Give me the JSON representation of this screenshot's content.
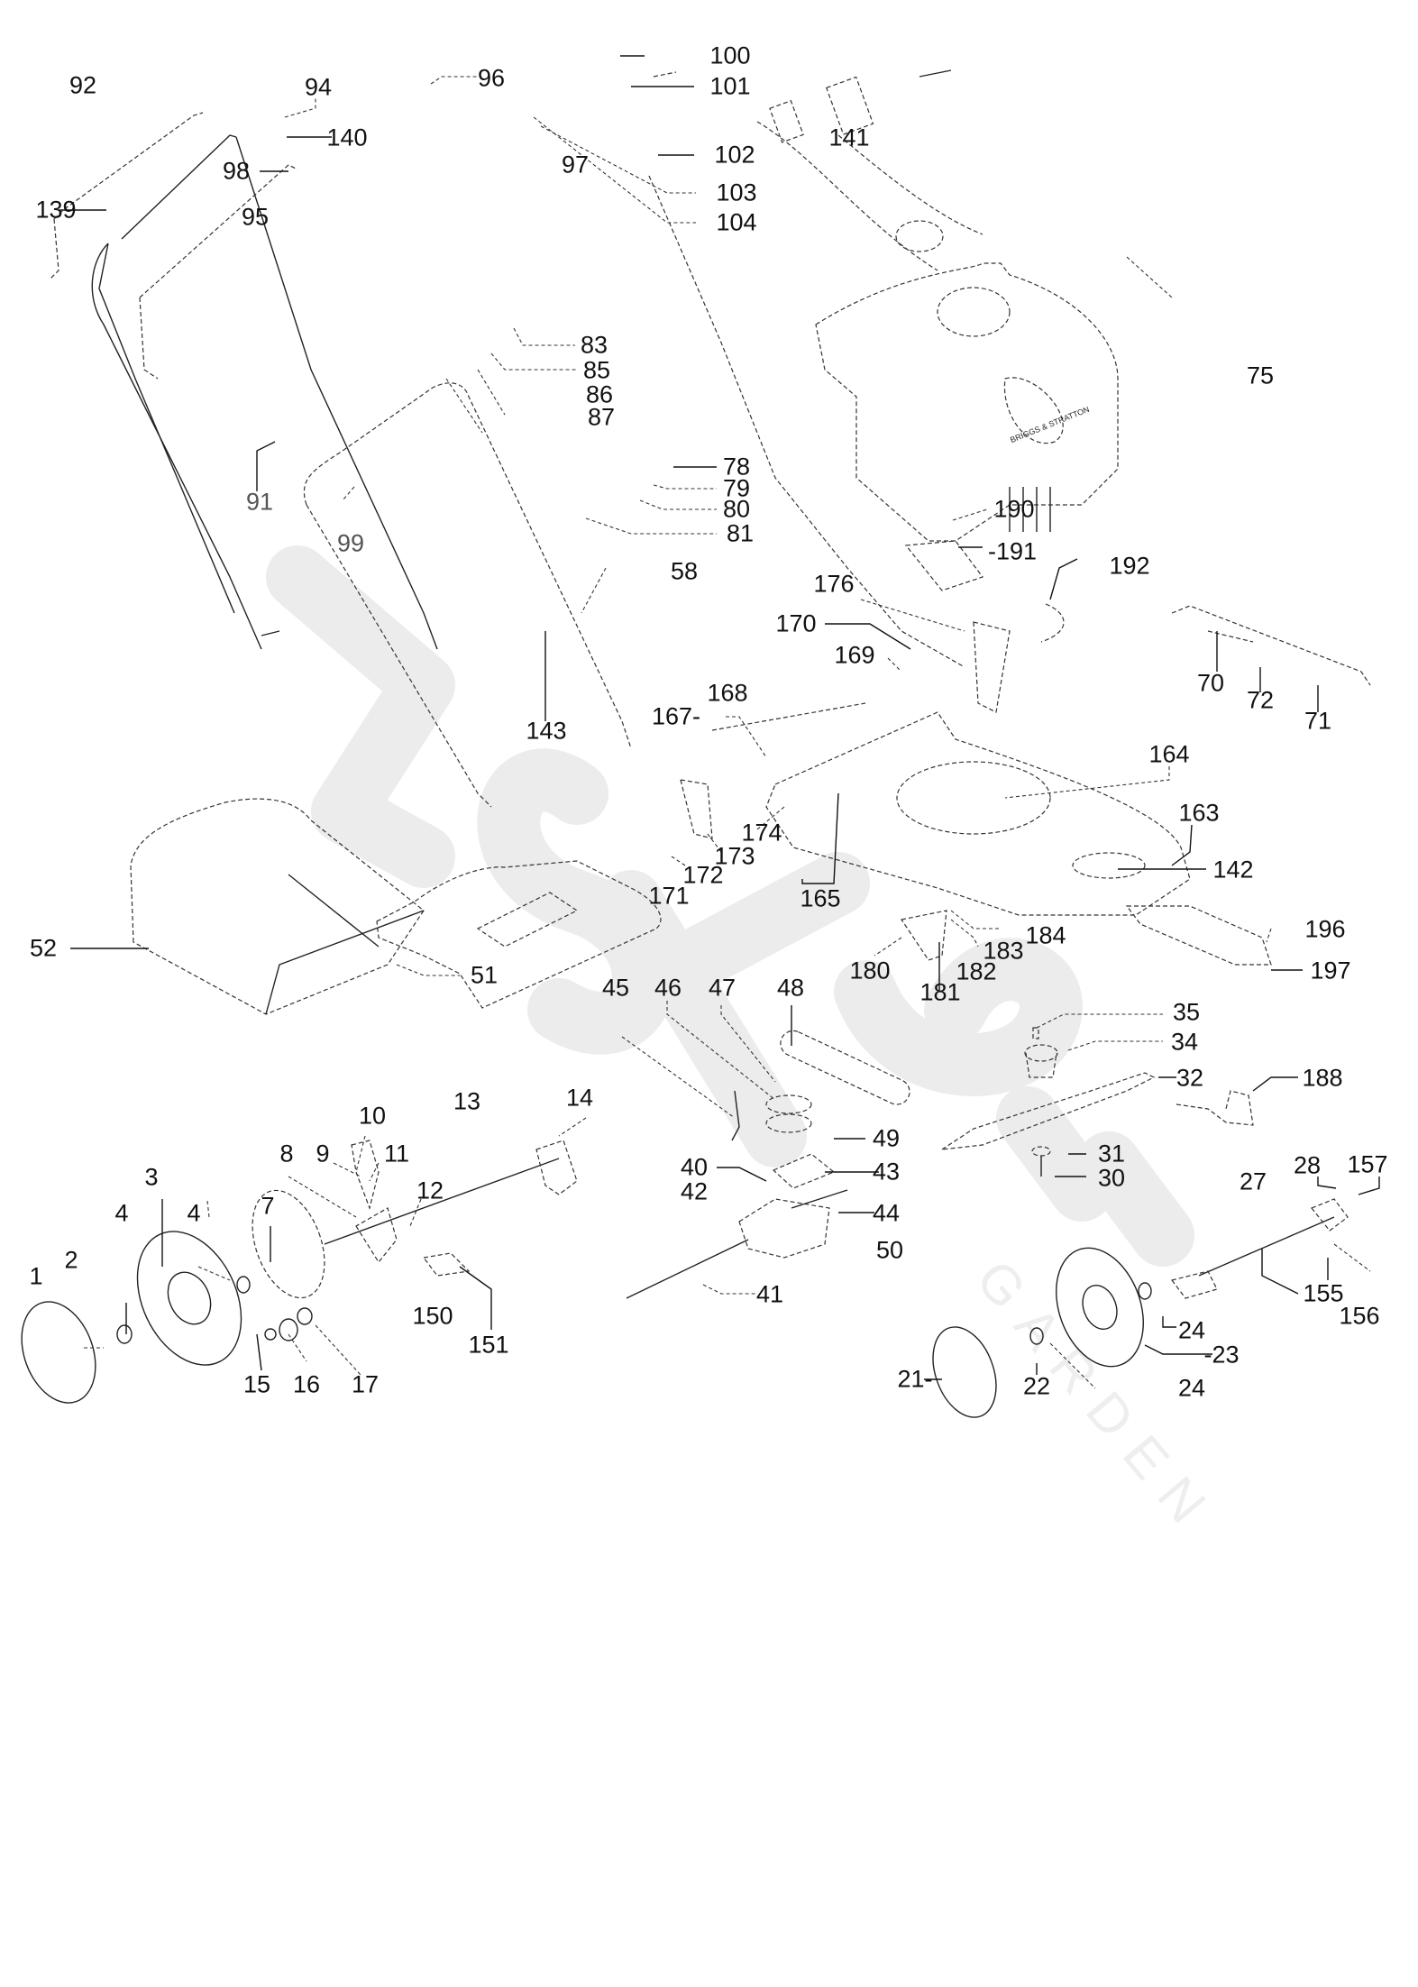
{
  "diagram": {
    "title": "Lawn mower exploded parts diagram",
    "watermark": {
      "brand": "Stellly",
      "subtext": "GARDEN"
    },
    "engine_badge": "BRIGGS & STRATTON",
    "groups": {
      "handle": [
        "92",
        "94",
        "140",
        "98",
        "139",
        "95",
        "96",
        "97",
        "100",
        "101",
        "102",
        "103",
        "104",
        "83",
        "85",
        "86",
        "87",
        "91",
        "99",
        "78",
        "79",
        "80",
        "81"
      ],
      "engine": [
        "141",
        "75"
      ],
      "deflector": [
        "58",
        "143"
      ],
      "deck": [
        "190",
        "191",
        "192",
        "176",
        "170",
        "169",
        "70",
        "72",
        "71",
        "168",
        "167",
        "164",
        "163",
        "142",
        "174",
        "173",
        "172",
        "171",
        "165",
        "180",
        "181",
        "182",
        "183",
        "184",
        "196",
        "197"
      ],
      "grass_bag": [
        "52",
        "51"
      ],
      "front_axle": [
        "1",
        "2",
        "3",
        "4",
        "4b",
        "7",
        "8",
        "9",
        "10",
        "11",
        "12",
        "13",
        "14",
        "15",
        "16",
        "17",
        "150",
        "151"
      ],
      "transmission": [
        "45",
        "46",
        "47",
        "48",
        "49",
        "40",
        "42",
        "43",
        "44",
        "50",
        "41"
      ],
      "blade": [
        "35",
        "34",
        "32",
        "188",
        "31",
        "30"
      ],
      "rear_axle": [
        "27",
        "28",
        "157",
        "155",
        "156",
        "24",
        "23",
        "22",
        "21",
        "24b"
      ]
    },
    "labels": {
      "92": "92",
      "94": "94",
      "140": "140",
      "98": "98",
      "139": "139",
      "95": "95",
      "96": "96",
      "97": "97",
      "100": "100",
      "101": "101",
      "102": "102",
      "103": "103",
      "104": "104",
      "141": "141",
      "75": "75",
      "83": "83",
      "85": "85",
      "86": "86",
      "87": "87",
      "91": "91",
      "99": "99",
      "78": "78",
      "79": "79",
      "80": "80",
      "81": "81",
      "58": "58",
      "143": "143",
      "190": "190",
      "191": "-191",
      "192": "192",
      "176": "176",
      "170": "170",
      "169": "169",
      "70": "70",
      "72": "72",
      "71": "71",
      "168": "168",
      "167": "167-",
      "164": "164",
      "163": "163",
      "142": "142",
      "174": "174",
      "173": "173",
      "172": "172",
      "171": "171",
      "165": "165",
      "180": "180",
      "181": "181",
      "182": "182",
      "183": "183",
      "184": "184",
      "196": "196",
      "197": "197",
      "52": "52",
      "51": "51",
      "45": "45",
      "46": "46",
      "47": "47",
      "48": "48",
      "49": "49",
      "40": "40",
      "42": "42",
      "43": "43",
      "44": "44",
      "50": "50",
      "41": "41",
      "35": "35",
      "34": "34",
      "32": "32",
      "188": "188",
      "31": "31",
      "30": "30",
      "1": "1",
      "2": "2",
      "3": "3",
      "4": "4",
      "4b": "4",
      "7": "7",
      "8": "8",
      "9": "9",
      "10": "10",
      "11": "11",
      "12": "12",
      "13": "13",
      "14": "14",
      "15": "15",
      "16": "16",
      "17": "17",
      "150": "150",
      "151": "151",
      "27": "27",
      "28": "28",
      "157": "157",
      "155": "155",
      "156": "156",
      "24": "24",
      "23": "-23",
      "22": "22",
      "21": "21-",
      "24b": "24"
    }
  }
}
